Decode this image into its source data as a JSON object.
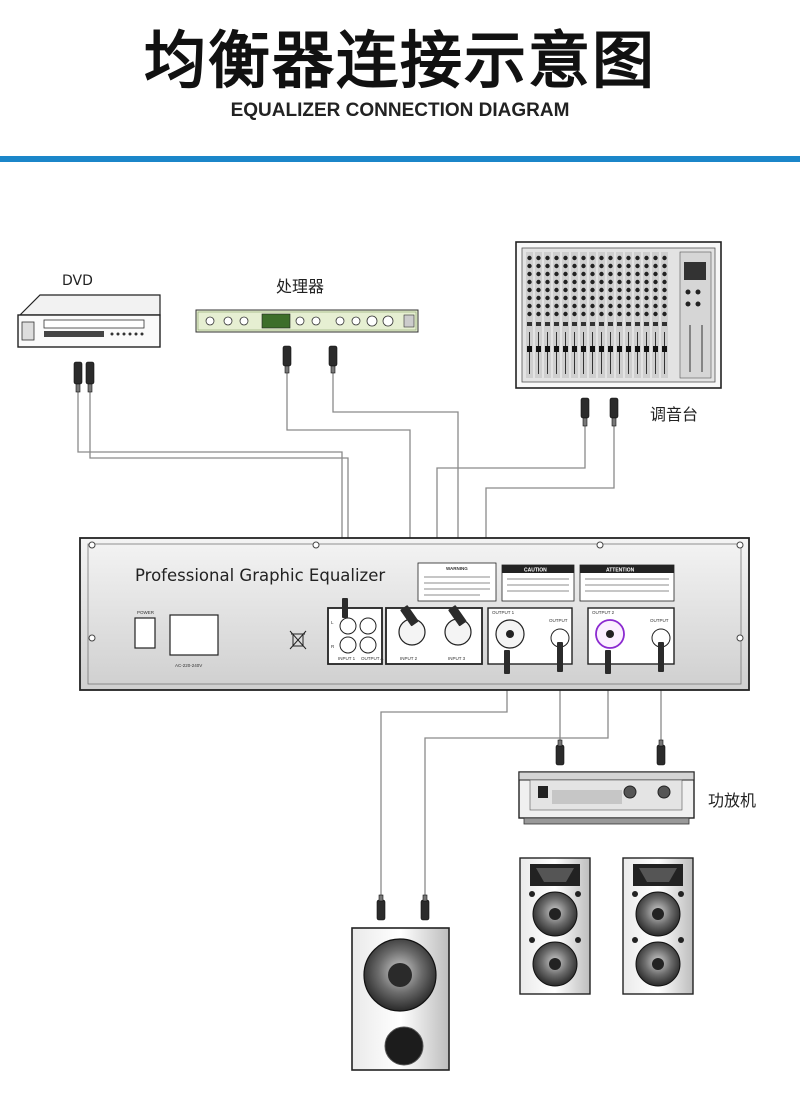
{
  "header": {
    "title": "均衡器连接示意图",
    "subtitle": "EQUALIZER CONNECTION DIAGRAM"
  },
  "devices": {
    "dvd": "DVD",
    "processor": "处理器",
    "mixer": "调音台",
    "amplifier": "功放机"
  },
  "equalizer": {
    "name": "Professional Graphic Equalizer",
    "power": "POWER",
    "voltage": "AC-220-240V",
    "warning": "WARNING",
    "caution": "CAUTION",
    "attention": "ATTENTION",
    "input1": "INPUT 1",
    "output_a": "OUTPUT A",
    "input2": "INPUT 2",
    "input3": "INPUT 3",
    "output1": "OUTPUT 1",
    "output2": "OUTPUT 2",
    "output": "OUTPUT",
    "ch_l": "L",
    "ch_r": "R"
  },
  "colors": {
    "accent_rule": "#1b86c9",
    "cable": "#8a8a8a"
  }
}
